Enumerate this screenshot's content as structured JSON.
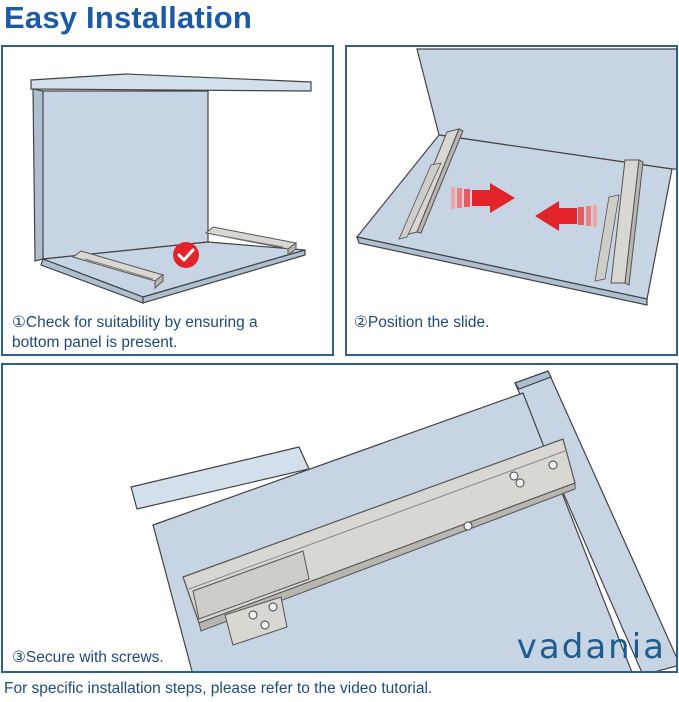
{
  "header": {
    "title": "Easy Installation"
  },
  "steps": [
    {
      "caption_line1": "①Check for suitability by ensuring a",
      "caption_line2": "bottom panel is present."
    },
    {
      "caption": "②Position the slide."
    },
    {
      "caption": "③Secure with screws."
    }
  ],
  "brand": {
    "logo_text": "vadania"
  },
  "footer": {
    "note": "For specific installation steps, please refer to the video tutorial."
  },
  "colors": {
    "title": "#1b5aa6",
    "panel_border": "#2f5f8f",
    "board": "#c6d4e3",
    "check_badge": "#e2232a",
    "arrow": "#e2232a"
  },
  "icons": [
    "check-badge-icon",
    "arrow-right-icon",
    "arrow-left-icon"
  ]
}
